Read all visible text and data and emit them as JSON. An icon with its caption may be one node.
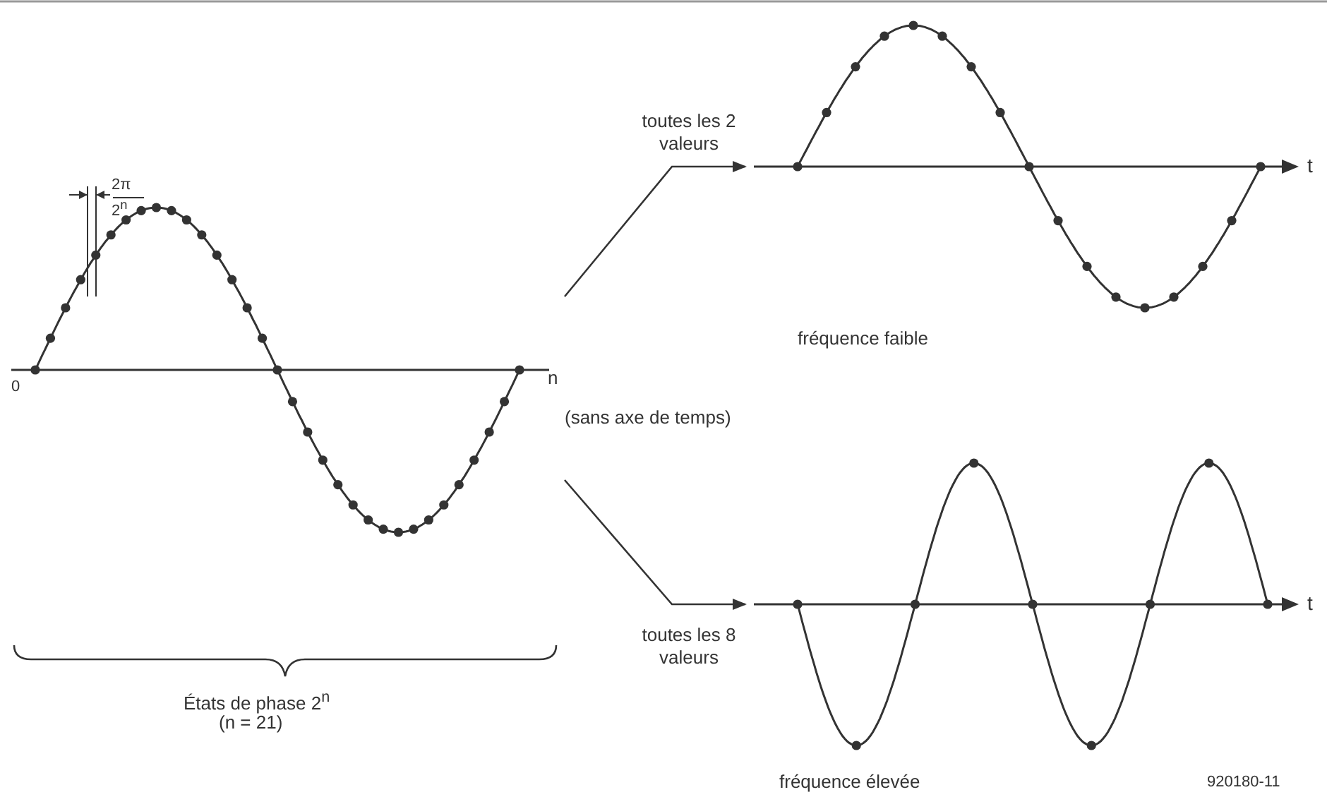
{
  "diagram": {
    "nodes": [
      {
        "text": [],
        "shape": "picture"
      },
      {
        "text": [],
        "shape": "picture",
        "beside": [
          "fréquence faible"
        ]
      },
      {
        "text": [],
        "shape": "picture",
        "beside": [
          "fréquence élevée"
        ]
      }
    ],
    "edges": [
      {
        "from": 0,
        "to": 1,
        "arrow": "to",
        "label": "toutes les 2 valeurs"
      },
      {
        "from": 0,
        "to": 2,
        "arrow": "to",
        "label": "toutes les 8 valeurs"
      }
    ],
    "labels": [
      "2π",
      "2$^{n}$",
      "0",
      "n",
      "(sans axe de temps)",
      "États de phase 2$^{n}$",
      "(n = 21)",
      "t",
      "t",
      "920180-11"
    ]
  }
}
